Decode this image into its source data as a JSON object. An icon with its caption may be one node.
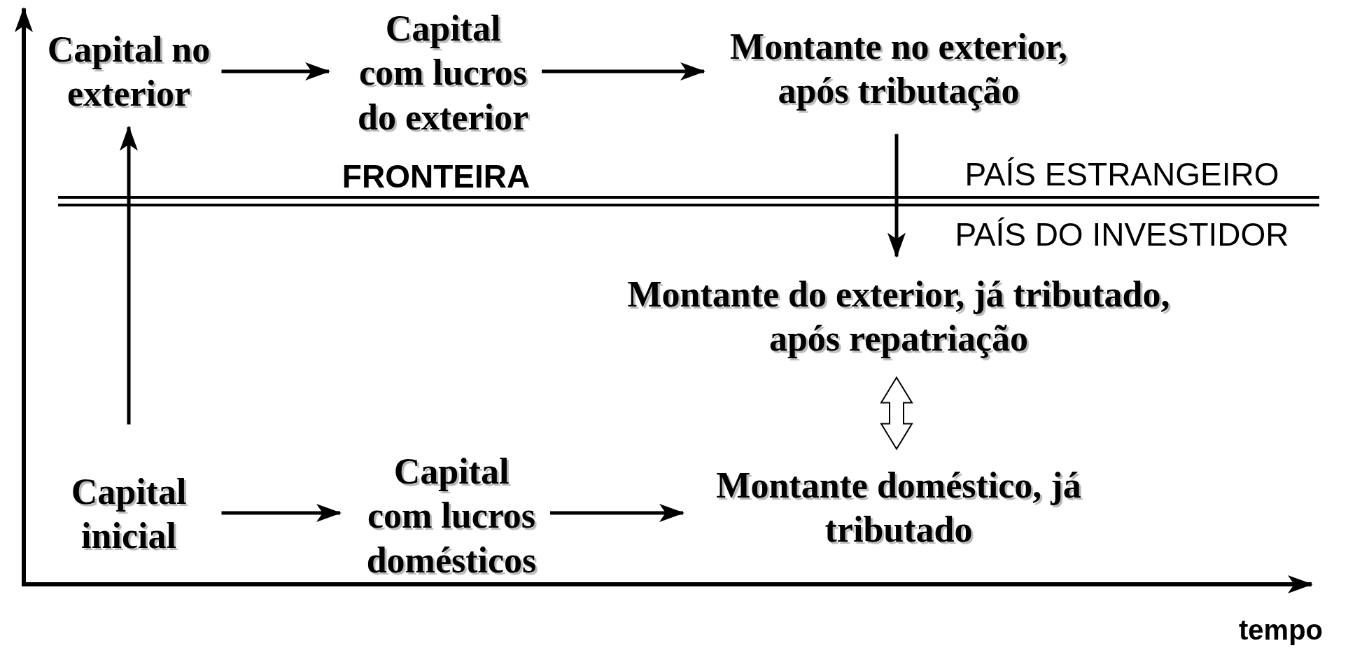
{
  "diagram": {
    "nodes": [
      {
        "text": [
          "Capital no exterior"
        ]
      },
      {
        "text": [
          "Capital com lucros do exterior"
        ]
      },
      {
        "text": [
          "Montante no exterior, após tributação"
        ]
      },
      {
        "text": [
          "Montante do exterior, já tributado, após repatriação"
        ]
      },
      {
        "text": [
          "Capital inicial"
        ]
      },
      {
        "text": [
          "Capital com lucros domésticos"
        ]
      },
      {
        "text": [
          "Montante doméstico, já tributado"
        ]
      }
    ],
    "edges": [
      {
        "from": 4,
        "to": 0,
        "arrow": "to"
      },
      {
        "from": 0,
        "to": 1,
        "arrow": "to"
      },
      {
        "from": 1,
        "to": 2,
        "arrow": "to"
      },
      {
        "from": 2,
        "to": 3,
        "arrow": "to"
      },
      {
        "from": 4,
        "to": 5,
        "arrow": "to"
      },
      {
        "from": 5,
        "to": 6,
        "arrow": "to"
      },
      {
        "from": 3,
        "to": 6,
        "arrow": "both"
      }
    ],
    "labels": [
      "FRONTEIRA",
      "PAÍS ESTRANGEIRO",
      "PAÍS DO INVESTIDOR",
      "tempo"
    ]
  }
}
